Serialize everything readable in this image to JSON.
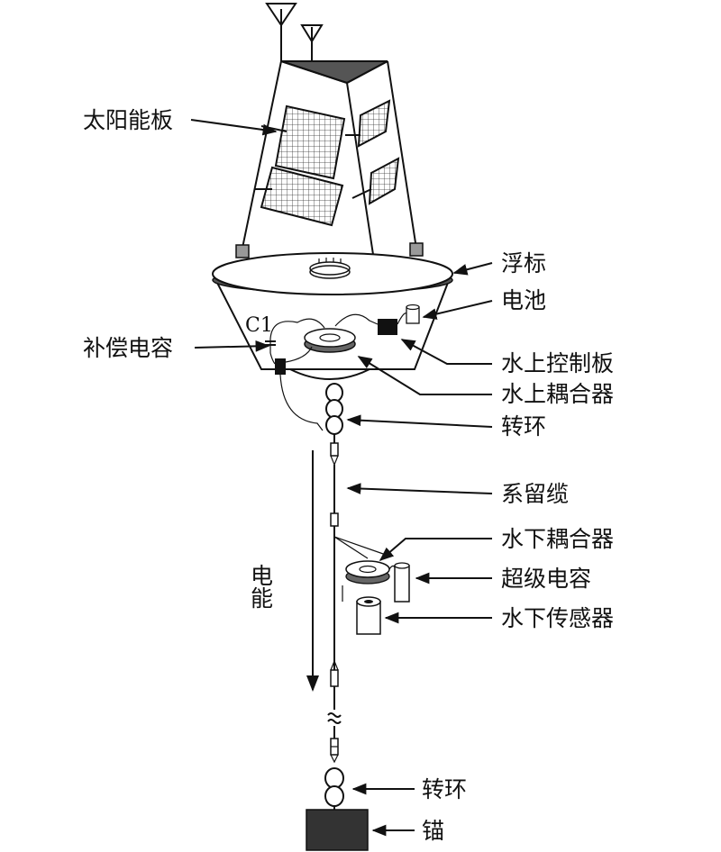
{
  "labels": {
    "solar_panel": "太阳能板",
    "buoy": "浮标",
    "battery": "电池",
    "comp_capacitor": "补偿电容",
    "c1": "C1",
    "surface_control_board": "水上控制板",
    "surface_coupler": "水上耦合器",
    "swivel_top": "转环",
    "mooring_cable": "系留缆",
    "underwater_coupler": "水下耦合器",
    "supercapacitor": "超级电容",
    "underwater_sensor": "水下传感器",
    "electric_energy": "电能",
    "swivel_bottom": "转环",
    "anchor": "锚"
  }
}
